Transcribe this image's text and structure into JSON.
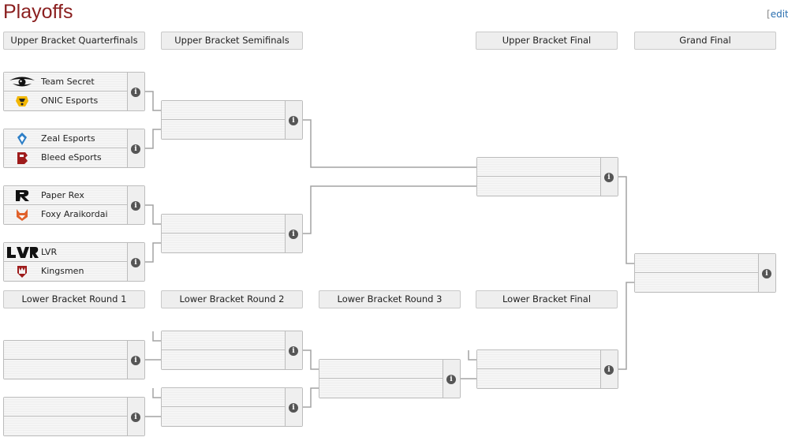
{
  "page": {
    "title": "Playoffs",
    "edit_label": "edit",
    "edit_bracket": "["
  },
  "headers": {
    "ubqf": "Upper Bracket Quarterfinals",
    "ubsf": "Upper Bracket Semifinals",
    "ubf": "Upper Bracket Final",
    "gf": "Grand Final",
    "lbr1": "Lower Bracket Round 1",
    "lbr2": "Lower Bracket Round 2",
    "lbr3": "Lower Bracket Round 3",
    "lbf": "Lower Bracket Final"
  },
  "matches": {
    "qf1": {
      "team1": "Team Secret",
      "team2": "ONIC Esports"
    },
    "qf2": {
      "team1": "Zeal Esports",
      "team2": "Bleed eSports"
    },
    "qf3": {
      "team1": "Paper Rex",
      "team2": "Foxy Araikordai"
    },
    "qf4": {
      "team1": "LVR",
      "team2": "Kingsmen"
    }
  },
  "info_glyph": "i",
  "colors": {
    "title": "#8b2020",
    "link": "#2a6fb0",
    "line": "#a0a0a0"
  }
}
